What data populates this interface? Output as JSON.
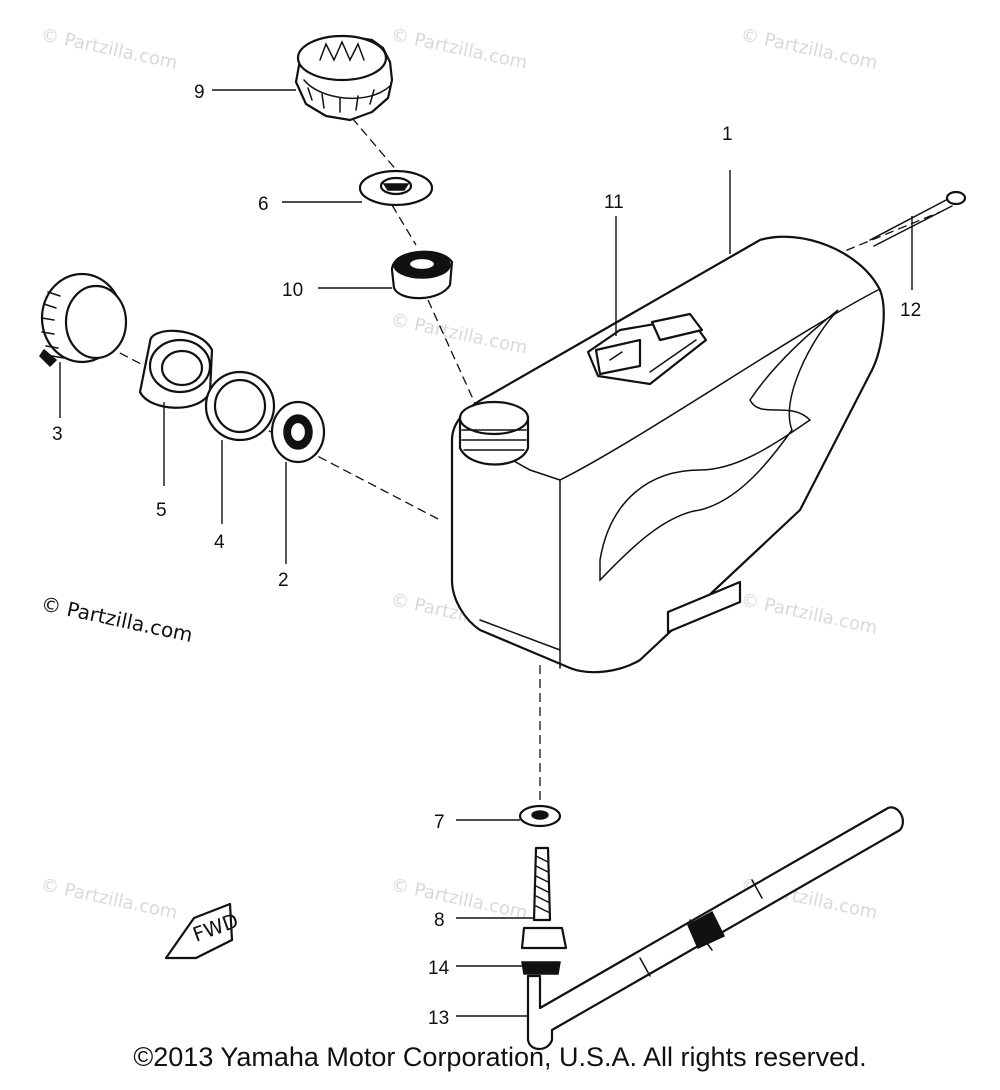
{
  "watermark": "© Partzilla.com",
  "fwd_label": "FWD",
  "copyright": "©2013 Yamaha Motor Corporation, U.S.A. All rights reserved.",
  "callouts": [
    "1",
    "2",
    "3",
    "4",
    "5",
    "6",
    "7",
    "8",
    "9",
    "10",
    "11",
    "12",
    "13",
    "14"
  ]
}
